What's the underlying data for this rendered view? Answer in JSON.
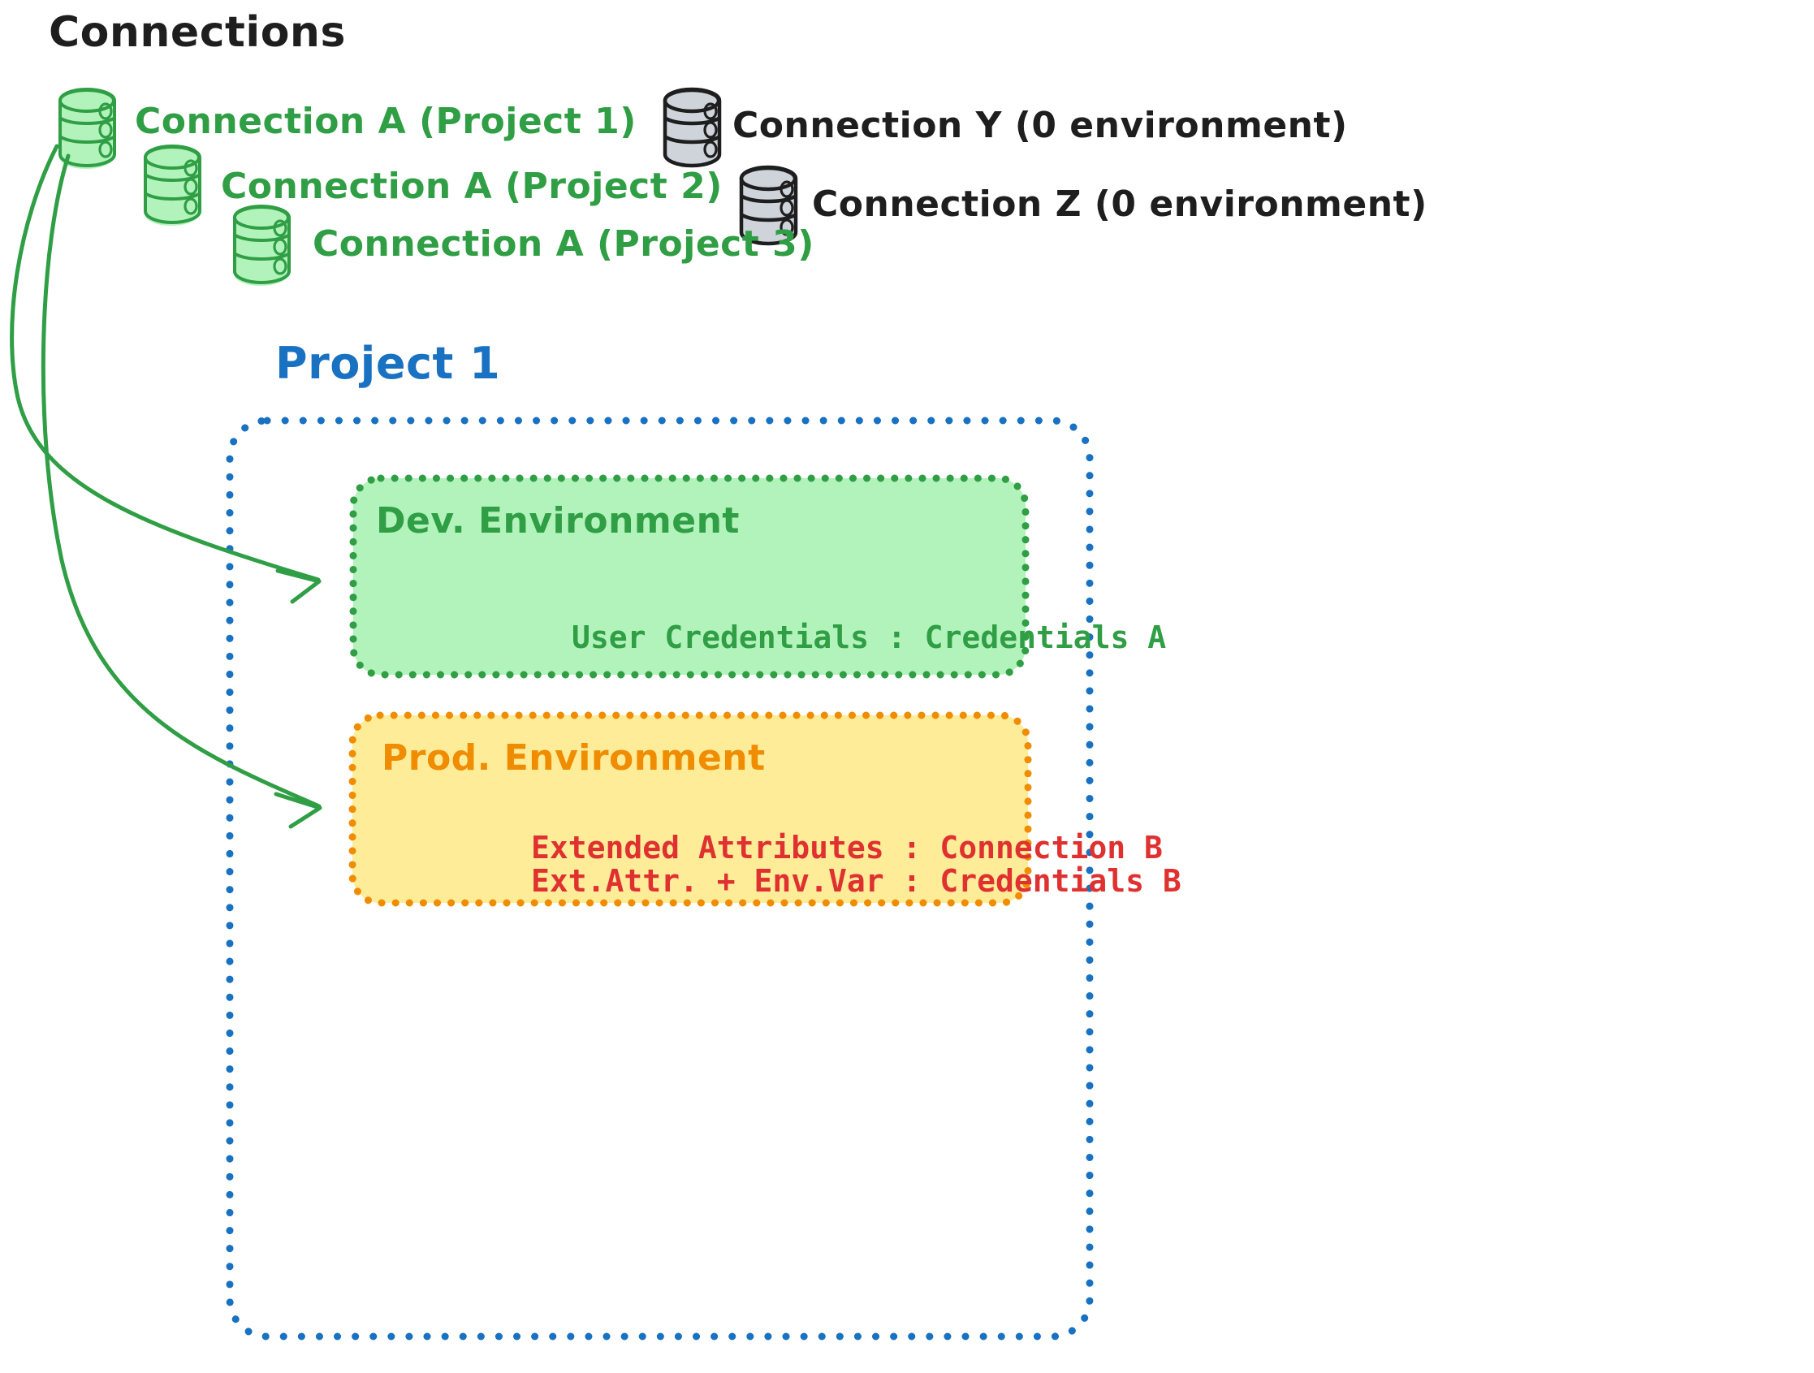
{
  "diagram": {
    "title": "Connections",
    "style": "hand-drawn whiteboard sketch",
    "background": "#ffffff"
  },
  "colors": {
    "green_stroke": "#2f9e44",
    "green_fill": "#b2f2bb",
    "grey_stroke": "#1e1e1e",
    "grey_fill": "#ced4da",
    "blue_stroke": "#1971c2",
    "orange_stroke": "#f08c00",
    "orange_fill": "#ffec99",
    "red_text": "#e03131",
    "black_text": "#1e1e1e"
  },
  "connections": {
    "heading": "Connections",
    "green_databases": [
      {
        "label": "Connection A (Project 1)",
        "color": "#2f9e44"
      },
      {
        "label": "Connection A (Project 2)",
        "color": "#2f9e44"
      },
      {
        "label": "Connection A (Project 3)",
        "color": "#2f9e44"
      }
    ],
    "grey_databases": [
      {
        "label": "Connection Y (0 environment)",
        "color": "#1e1e1e"
      },
      {
        "label": "Connection Z (0 environment)",
        "color": "#1e1e1e"
      }
    ]
  },
  "project": {
    "title": "Project 1",
    "title_color": "#1971c2",
    "environments": [
      {
        "name": "Dev. Environment",
        "accent": "#2f9e44",
        "fill": "#b2f2bb",
        "rows": [
          {
            "key": "User Credentials",
            "separator": ":",
            "value": "Credentials A",
            "text": "User Credentials : Credentials A",
            "color": "#2f9e44"
          }
        ]
      },
      {
        "name": "Prod. Environment",
        "accent": "#f08c00",
        "fill": "#ffec99",
        "rows": [
          {
            "key": "Extended Attributes",
            "separator": ":",
            "value": "Connection B",
            "text": "Extended Attributes : Connection B",
            "color": "#e03131"
          },
          {
            "key": "Ext.Attr. + Env.Var",
            "separator": ":",
            "value": "Credentials B",
            "text": "Ext.Attr. + Env.Var : Credentials B",
            "color": "#e03131"
          }
        ]
      }
    ]
  },
  "arrows": [
    {
      "from": "Connection A (Project 1)",
      "to": "Dev. Environment",
      "color": "#2f9e44"
    },
    {
      "from": "Connection A (Project 1)",
      "to": "Prod. Environment",
      "color": "#2f9e44"
    }
  ]
}
